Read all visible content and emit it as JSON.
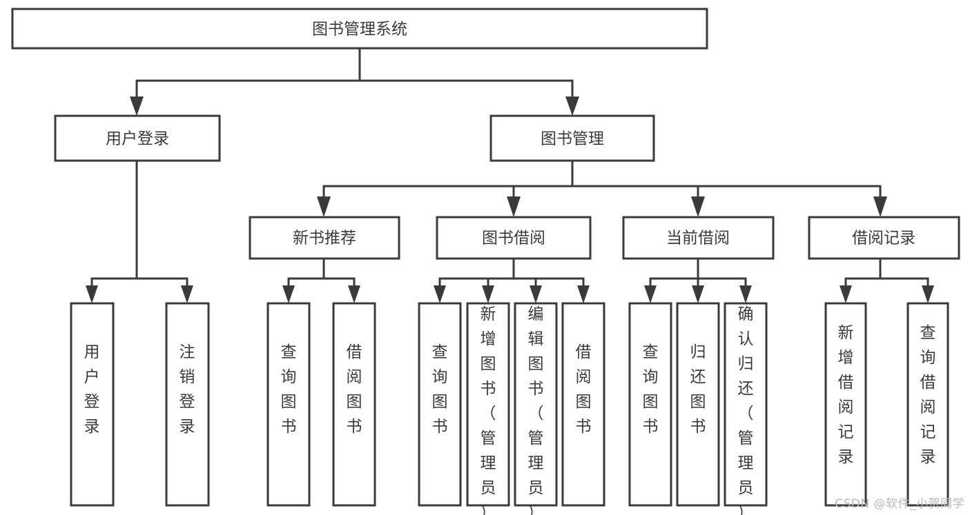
{
  "diagram": {
    "type": "tree-hierarchy",
    "title": "图书管理系统",
    "watermark": "CSDN @软件_小贺同学",
    "colors": {
      "stroke": "#3a3a3a",
      "fill": "#ffffff",
      "background": "#ffffff",
      "watermark": "#b9b9b9"
    },
    "levels": {
      "root": {
        "label": "图书管理系统"
      },
      "level2": [
        {
          "label": "用户登录"
        },
        {
          "label": "图书管理"
        }
      ],
      "level3": [
        {
          "label": "新书推荐"
        },
        {
          "label": "图书借阅"
        },
        {
          "label": "当前借阅"
        },
        {
          "label": "借阅记录"
        }
      ],
      "leaves": [
        {
          "label": "用户登录",
          "parent": "用户登录"
        },
        {
          "label": "注销登录",
          "parent": "用户登录"
        },
        {
          "label": "查询图书",
          "parent": "新书推荐"
        },
        {
          "label": "借阅图书",
          "parent": "新书推荐"
        },
        {
          "label": "查询图书",
          "parent": "图书借阅"
        },
        {
          "label": "新增图书（管理员）",
          "parent": "图书借阅"
        },
        {
          "label": "编辑图书（管理员）",
          "parent": "图书借阅"
        },
        {
          "label": "借阅图书",
          "parent": "图书借阅"
        },
        {
          "label": "查询图书",
          "parent": "当前借阅"
        },
        {
          "label": "归还图书",
          "parent": "当前借阅"
        },
        {
          "label": "确认归还（管理员）",
          "parent": "当前借阅"
        },
        {
          "label": "新增借阅记录",
          "parent": "借阅记录"
        },
        {
          "label": "查询借阅记录",
          "parent": "借阅记录"
        }
      ]
    }
  }
}
